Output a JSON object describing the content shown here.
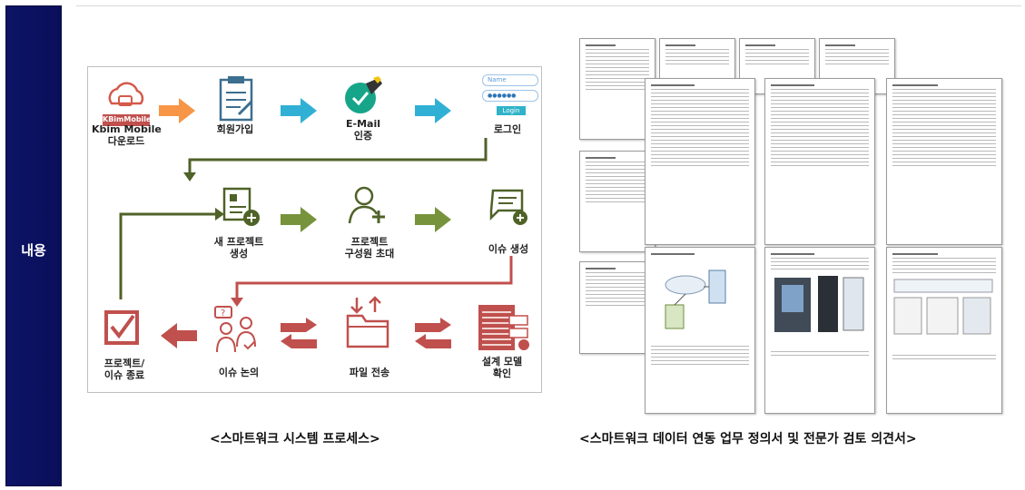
{
  "side_label": "내용",
  "flow": {
    "kbim_logo_text": "KBimMobile",
    "download": "Kbim Mobile\n다운로드",
    "signup": "회원가입",
    "email": "E-Mail\n인증",
    "login": "로그인",
    "login_name": "Name",
    "login_pw": "●●●●●●",
    "login_btn": "Login",
    "new_project": "새 프로젝트\n생성",
    "invite": "프로젝트\n구성원 초대",
    "issue_create": "이슈 생성",
    "close": "프로젝트/\n이슈 종료",
    "discuss": "이슈 논의",
    "transfer": "파일 전송",
    "model_check": "설계 모델\n확인"
  },
  "caption_left": "<스마트워크 시스템 프로세스>",
  "caption_right": "<스마트워크 데이터 연동 업무 정의서 및 전문가 검토 의견서>",
  "colors": {
    "navy": "#0d1466",
    "orange": "#f79646",
    "teal": "#31b0d5",
    "green": "#77933c",
    "red": "#c0504d"
  }
}
